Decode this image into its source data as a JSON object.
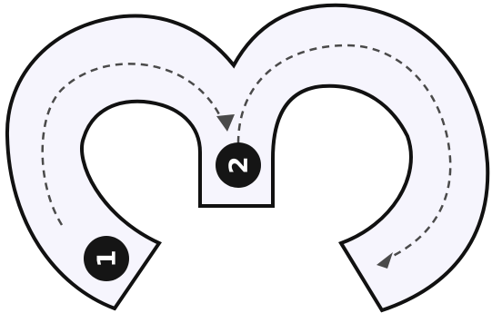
{
  "stroke_stages": [
    {
      "number": "1",
      "icon": "numbered-circle"
    },
    {
      "number": "2",
      "icon": "numbered-circle"
    }
  ],
  "colors": {
    "track_fill": "#f6f5fd",
    "outline": "#111111",
    "guide": "#4a4a4a",
    "badge": "#151515",
    "badge_text": "#ffffff"
  }
}
